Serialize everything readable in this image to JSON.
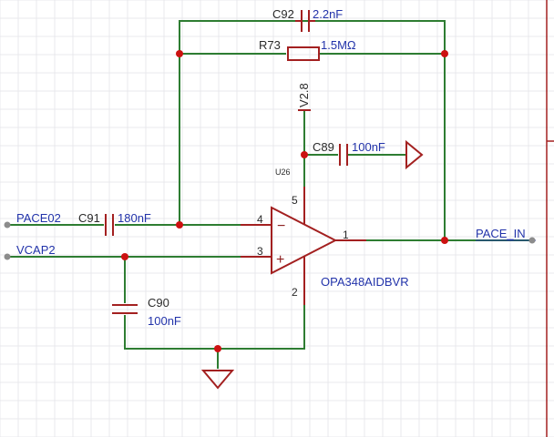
{
  "colors": {
    "wire": "#2e7d32",
    "component": "#a32020",
    "junction": "#cc1111",
    "designator_text": "#2a2a2a",
    "value_text": "#2233aa",
    "grid": "#e8e8ec",
    "port_end": "#8c8c8c"
  },
  "nets": {
    "pace02": "PACE02",
    "vcap2": "VCAP2",
    "pace_in": "PACE_IN",
    "supply": "V2.8"
  },
  "components": {
    "c92": {
      "ref": "C92",
      "value": "2.2nF"
    },
    "r73": {
      "ref": "R73",
      "value": "1.5MΩ"
    },
    "c89": {
      "ref": "C89",
      "value": "100nF"
    },
    "c91": {
      "ref": "C91",
      "value": "180nF"
    },
    "c90": {
      "ref": "C90",
      "value": "100nF"
    },
    "u26": {
      "ref": "U26",
      "part": "OPA348AIDBVR",
      "pins": {
        "inv": "4",
        "noninv": "3",
        "out": "1",
        "vplus": "5",
        "vminus": "2"
      },
      "inv_symbol": "−",
      "noninv_symbol": "+"
    }
  },
  "symbols": {
    "ground_icon": "ground-icon",
    "supply_arrow_icon": "supply-arrow-icon"
  }
}
